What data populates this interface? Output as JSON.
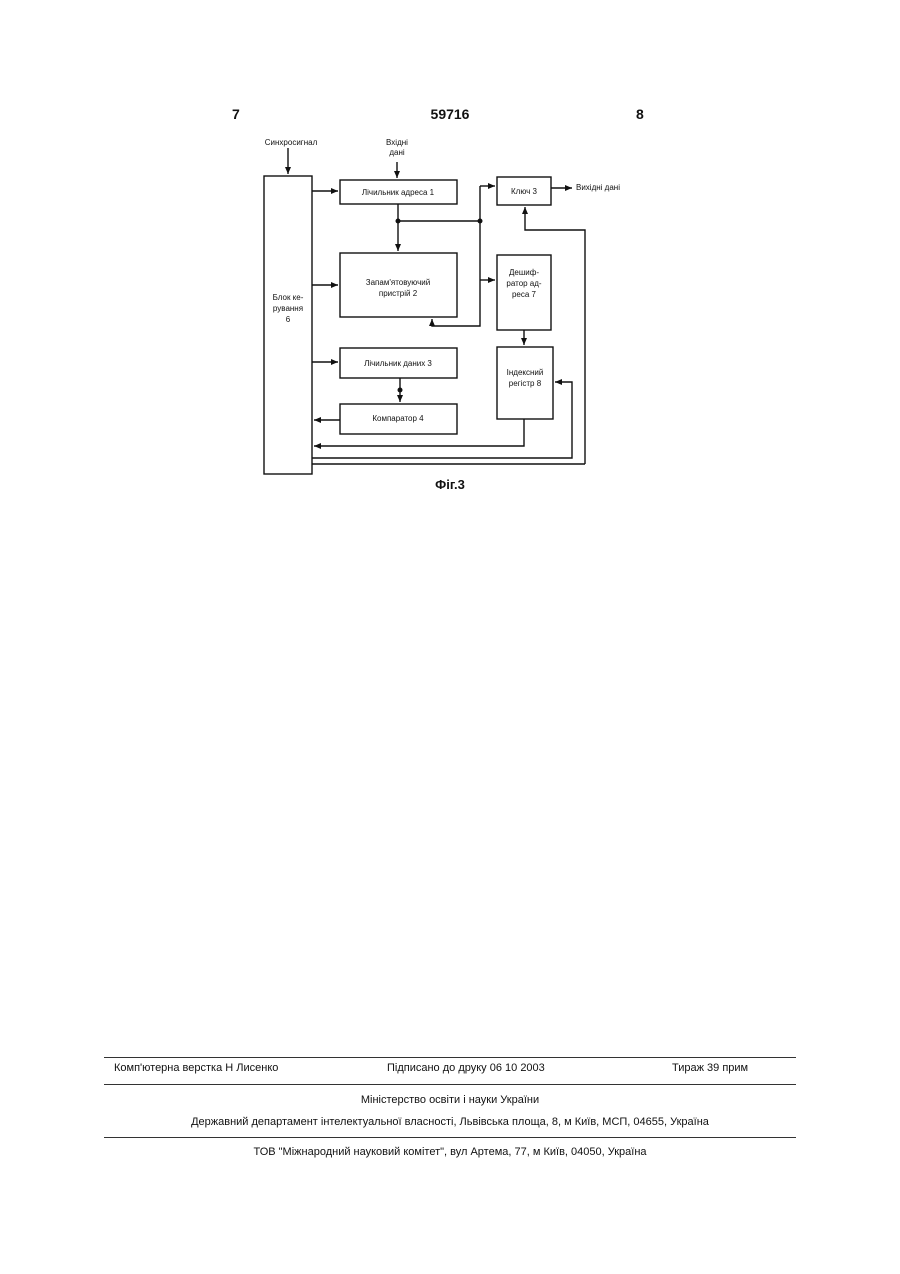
{
  "header": {
    "page_left": "7",
    "patent_number": "59716",
    "page_right": "8"
  },
  "diagram": {
    "labels": {
      "sync_input": "Синхросигнал",
      "input_data_1": "Вхідні",
      "input_data_2": "дані",
      "addr_counter": "Лічильник адреса 1",
      "key": "Ключ 3",
      "output_data_1": "Вихідні дані",
      "storage_1": "Запам'ятовуючий",
      "storage_2": "пристрій 2",
      "decoder_1": "Дешиф-",
      "decoder_2": "ратор ад-",
      "decoder_3": "реса 7",
      "control_1": "Блок ке-",
      "control_2": "рування",
      "control_3": "6",
      "data_counter": "Лічильник даних 3",
      "index_1": "Індексний",
      "index_2": "регістр 8",
      "comparator": "Компаратор 4"
    }
  },
  "figure_caption": "Фіг.3",
  "footer": {
    "layout_by": "Комп'ютерна верстка Н  Лисенко",
    "signed": "Підписано до друку 06 10 2003",
    "circulation": "Тираж 39 прим",
    "ministry": "Міністерство освіти і науки України",
    "department": "Державний департамент інтелектуальної власності, Львівська площа, 8, м  Київ, МСП, 04655, Україна",
    "publisher": "ТОВ \"Міжнародний науковий комітет\", вул  Артема, 77, м  Київ, 04050, Україна"
  }
}
